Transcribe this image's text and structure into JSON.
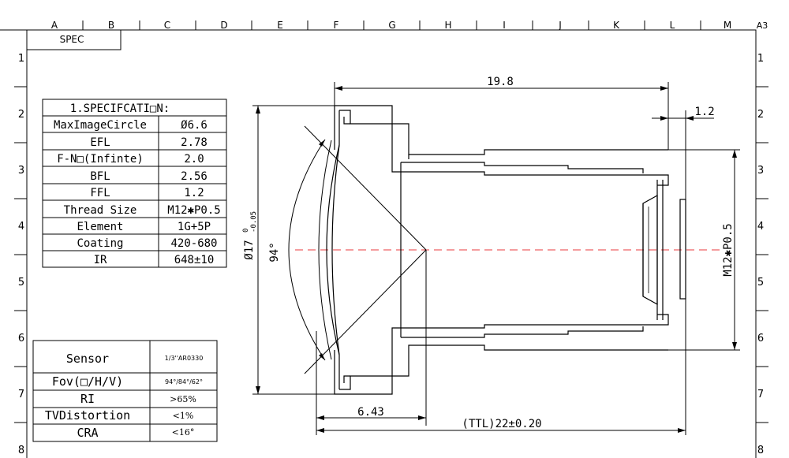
{
  "frame": {
    "top_letters": [
      "A",
      "B",
      "C",
      "D",
      "E",
      "F",
      "G",
      "H",
      "I",
      "J",
      "K",
      "L",
      "M"
    ],
    "corner_label": "A3",
    "side_numbers": [
      "1",
      "2",
      "3",
      "4",
      "5",
      "6",
      "7",
      "8"
    ]
  },
  "spec_tab": {
    "label": "SPEC"
  },
  "spec_table": {
    "title": "1.SPECIFCATI□N:",
    "rows": [
      {
        "label": "MaxImageCircle",
        "value": "Ø6.6"
      },
      {
        "label": "EFL",
        "value": "2.78"
      },
      {
        "label": "F-N□(Infinte)",
        "value": "2.0"
      },
      {
        "label": "BFL",
        "value": "2.56"
      },
      {
        "label": "FFL",
        "value": "1.2"
      },
      {
        "label": "Thread Size",
        "value": "M12✱P0.5"
      },
      {
        "label": "Element",
        "value": "1G+5P"
      },
      {
        "label": "Coating",
        "value": "420-680"
      },
      {
        "label": "IR",
        "value": "648±10"
      }
    ]
  },
  "sensor_table": {
    "rows": [
      {
        "label": "Sensor",
        "value": "1/3''AR0330"
      },
      {
        "label": "Fov(□/H/V)",
        "value": "94°/84°/62°"
      },
      {
        "label": "RI",
        "value": ">65%"
      },
      {
        "label": "TVDistortion",
        "value": "<1%"
      },
      {
        "label": "CRA",
        "value": "<16°"
      }
    ]
  },
  "dimensions": {
    "overall_length": "19.8",
    "ffl": "1.2",
    "diameter": "Ø17",
    "diameter_tol_upper": "0",
    "diameter_tol_lower": "-0.05",
    "fov_angle": "94°",
    "thread": "M12✱P0.5",
    "front_length": "6.43",
    "ttl": "(TTL)22±0.20"
  },
  "colors": {
    "line": "#000000",
    "axis": "#e8383d"
  }
}
